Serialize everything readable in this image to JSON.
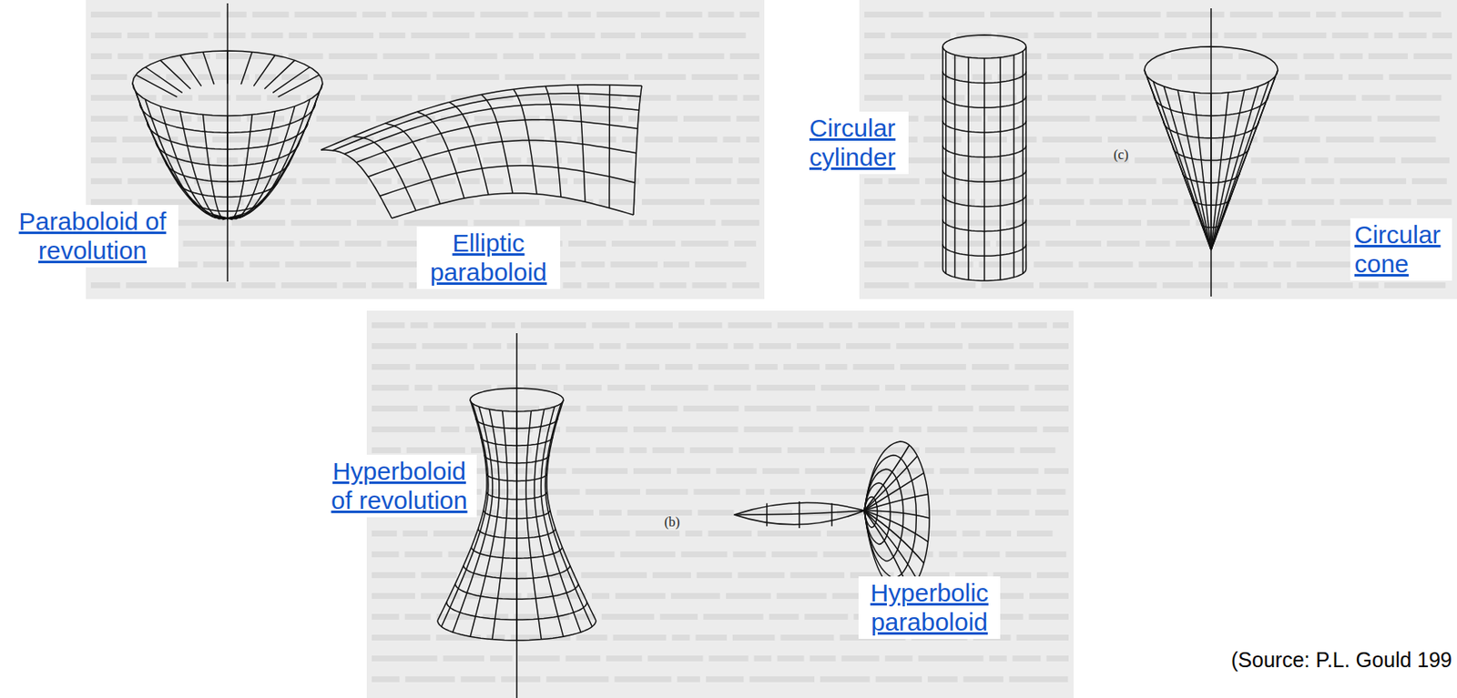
{
  "diagram": {
    "labels": [
      "Paraboloid of revolution",
      "Elliptic paraboloid",
      "Circular cylinder",
      "Circular cone",
      "Hyperboloid of revolution",
      "Hyperbolic paraboloid",
      "(c)",
      "(b)",
      "(Source: P.L. Gould 199"
    ]
  }
}
